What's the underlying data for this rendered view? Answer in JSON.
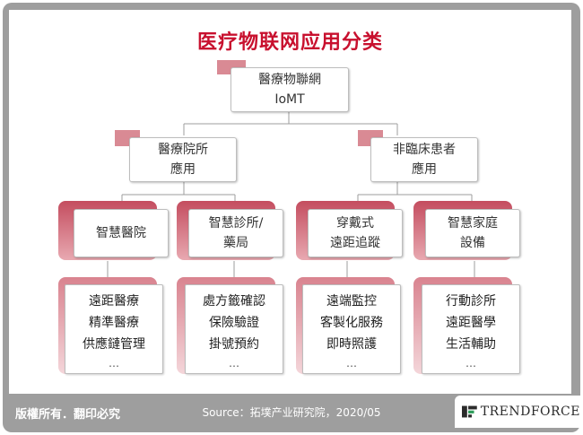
{
  "title": "医疗物联网应用分类",
  "root": {
    "line1": "醫療物聯網",
    "line2": "IoMT"
  },
  "level1": [
    {
      "line1": "醫療院所",
      "line2": "應用"
    },
    {
      "line1": "非臨床患者",
      "line2": "應用"
    }
  ],
  "level2": [
    {
      "line1": "智慧醫院",
      "line2": ""
    },
    {
      "line1": "智慧診所/",
      "line2": "藥局"
    },
    {
      "line1": "穿戴式",
      "line2": "遠距追蹤"
    },
    {
      "line1": "智慧家庭",
      "line2": "設備"
    }
  ],
  "level3": [
    {
      "items": [
        "遠距醫療",
        "精準醫療",
        "供應鏈管理"
      ],
      "more": "…"
    },
    {
      "items": [
        "處方籤確認",
        "保險驗證",
        "掛號預約"
      ],
      "more": "…"
    },
    {
      "items": [
        "遠端監控",
        "客製化服務",
        "即時照護"
      ],
      "more": "…"
    },
    {
      "items": [
        "行動診所",
        "遠距醫學",
        "生活輔助"
      ],
      "more": "…"
    }
  ],
  "footer": {
    "copyright": "版權所有．翻印必究",
    "source": "Source：拓墣产业研究院，2020/05",
    "logo_text": "TRENDFORCE"
  },
  "colors": {
    "accent": "#c8102e",
    "footer_bg": "#9e9e9e",
    "tab": "#d98a94"
  }
}
